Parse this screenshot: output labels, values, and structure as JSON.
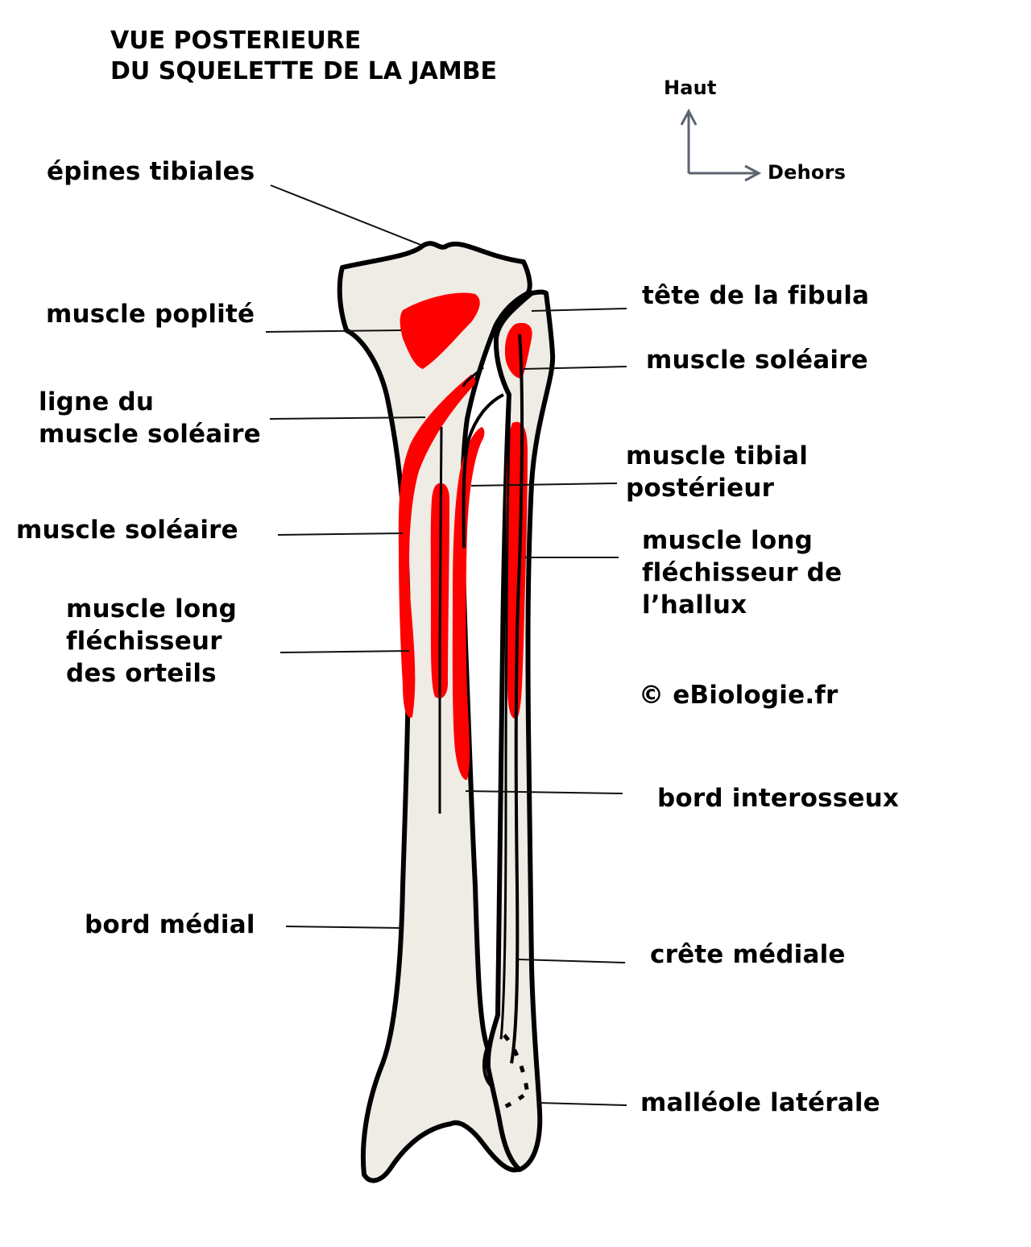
{
  "title": {
    "line1": "VUE POSTERIEURE",
    "line2": "DU SQUELETTE DE LA JAMBE"
  },
  "orientation": {
    "up": "Haut",
    "outward": "Dehors"
  },
  "labels_left": {
    "epines": "épines tibiales",
    "poplite": "muscle poplité",
    "ligne_soleaire": [
      "ligne du",
      "muscle soléaire"
    ],
    "soleaire": "muscle soléaire",
    "long_flechisseur_orteils": [
      "muscle long",
      "fléchisseur",
      "des orteils"
    ],
    "bord_medial": "bord médial"
  },
  "labels_right": {
    "tete_fibula": "tête de la fibula",
    "soleaire": "muscle soléaire",
    "tibial_posterieur": [
      "muscle tibial",
      "postérieur"
    ],
    "long_flechisseur_hallux": [
      "muscle long",
      "fléchisseur de",
      "l’hallux"
    ],
    "copyright": "© eBiologie.fr",
    "bord_interosseux": "bord interosseux",
    "crete_mediale": "crête médiale",
    "malleole": "malléole latérale"
  },
  "colors": {
    "bone": "#efebe5",
    "muscle": "#ff0000",
    "outline": "#000000",
    "arrow": "#5c6470"
  }
}
